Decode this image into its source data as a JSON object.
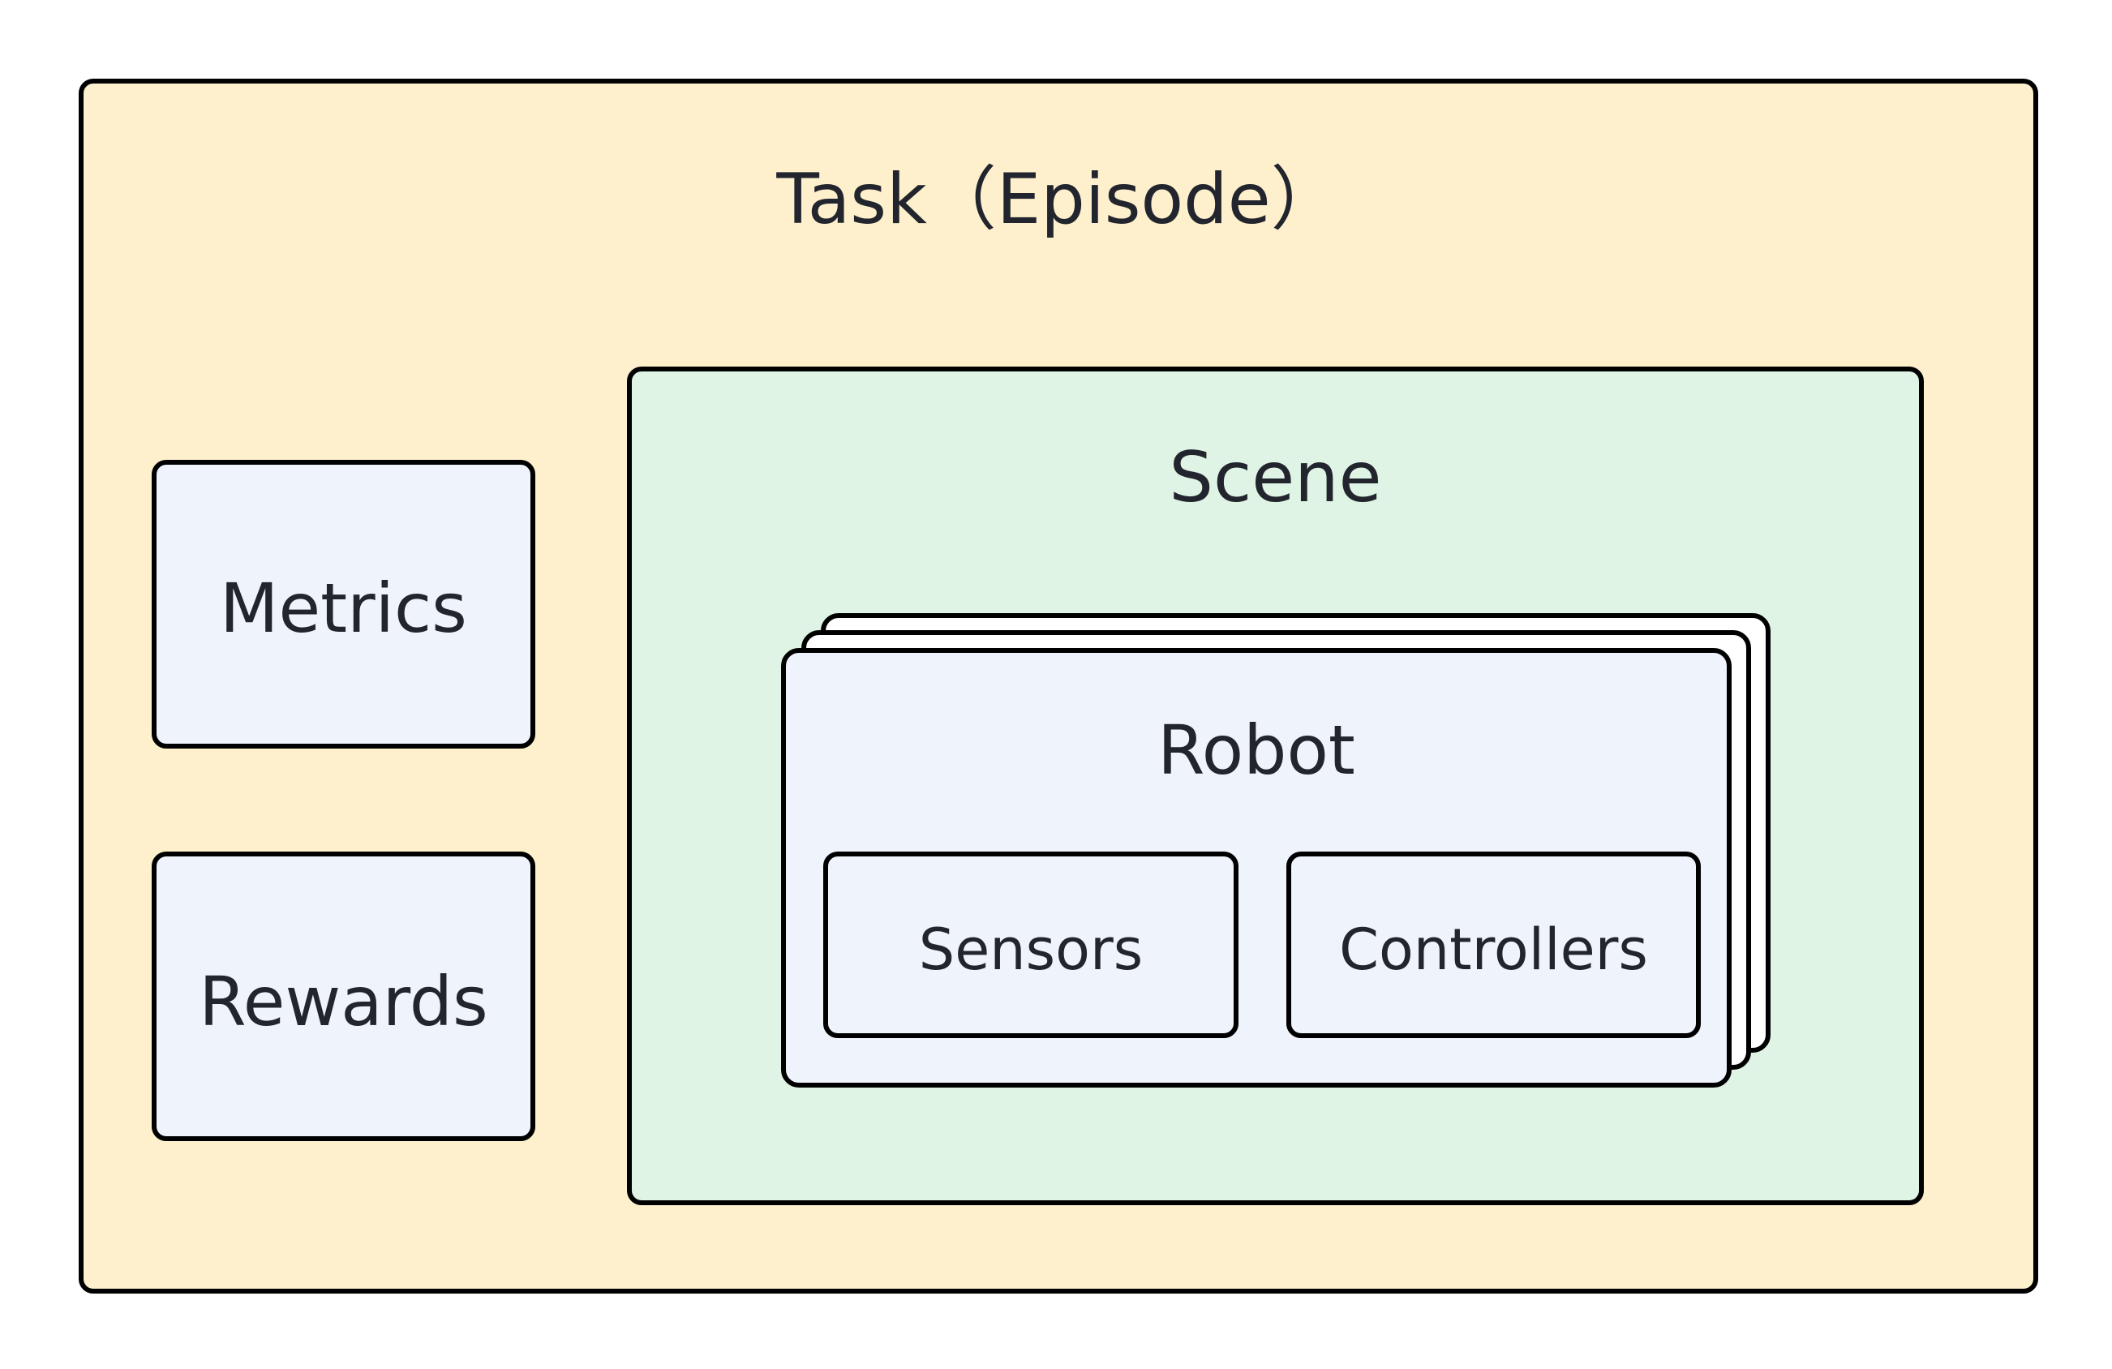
{
  "diagram": {
    "task": {
      "label": "Task（Episode）"
    },
    "metrics": {
      "label": "Metrics"
    },
    "rewards": {
      "label": "Rewards"
    },
    "scene": {
      "label": "Scene"
    },
    "robot": {
      "label": "Robot",
      "sensors": {
        "label": "Sensors"
      },
      "controllers": {
        "label": "Controllers"
      }
    }
  },
  "colors": {
    "task_fill": "#fef0cc",
    "scene_fill": "#dff4e4",
    "component_fill": "#eff3fb",
    "robot_back_fill": "#ffffff",
    "border": "#000000",
    "text": "#22252e"
  }
}
